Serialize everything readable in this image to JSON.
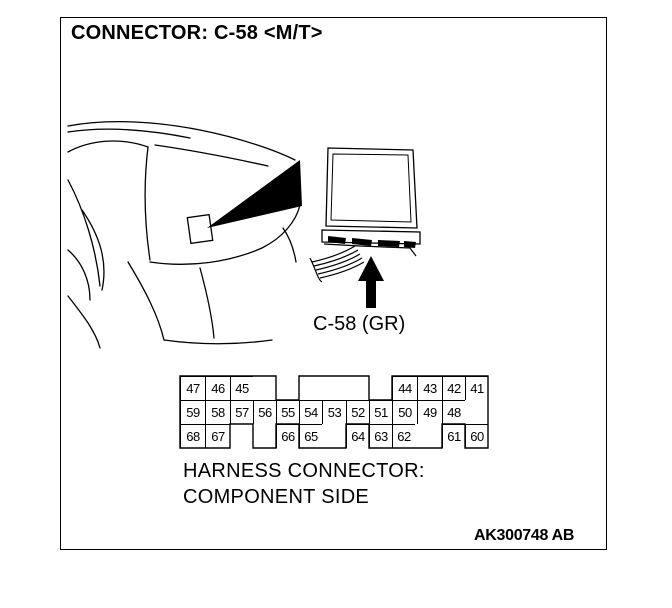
{
  "title": "CONNECTOR: C-58 <M/T>",
  "connector_label": "C-58 (GR)",
  "pin_rows": [
    [
      "47",
      "46",
      "45",
      "",
      "",
      "",
      "",
      "",
      "",
      "44",
      "43",
      "42",
      "41"
    ],
    [
      "59",
      "58",
      "57",
      "56",
      "55",
      "54",
      "53",
      "52",
      "51",
      "50",
      "49",
      "48"
    ],
    [
      "68",
      "67",
      "",
      "66",
      "65",
      "",
      "64",
      "63",
      "62",
      "",
      "61",
      "60"
    ]
  ],
  "caption": {
    "line1": "HARNESS CONNECTOR:",
    "line2": "COMPONENT SIDE"
  },
  "figure_code": "AK300748 AB"
}
